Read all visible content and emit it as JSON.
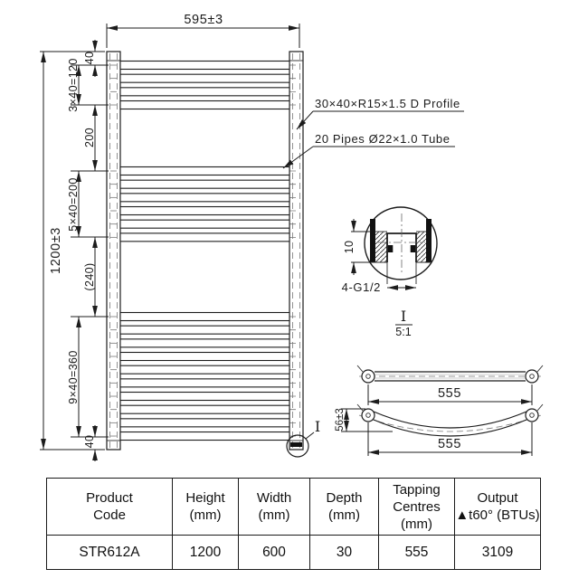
{
  "drawing": {
    "front_view": {
      "top_width_dim": "595±3",
      "overall_height_dim": "1200±3",
      "seg_top_margin": "40",
      "seg_group1": "3×40=120",
      "seg_gap1": "200",
      "seg_group2": "5×40=200",
      "seg_gap2": "(240)",
      "seg_group3": "9×40=360",
      "seg_bottom_margin": "40",
      "profile_label": "30×40×R15×1.5 D Profile",
      "pipes_label": "20 Pipes Ø22×1.0 Tube",
      "callout_letter": "I"
    },
    "detail_view": {
      "wall_dim": "10",
      "tapping_label": "4-G1/2",
      "scale_letter": "I",
      "scale_ratio": "5:1"
    },
    "side_views": {
      "straight_length": "555",
      "curved_length": "555",
      "curve_depth": "56±3"
    },
    "colors": {
      "line": "#1c1c1c",
      "centerline": "#777"
    }
  },
  "table": {
    "headers": [
      {
        "l1": "Product",
        "l2": "Code"
      },
      {
        "l1": "Height",
        "l2": "(mm)"
      },
      {
        "l1": "Width",
        "l2": "(mm)"
      },
      {
        "l1": "Depth",
        "l2": "(mm)"
      },
      {
        "l1": "Tapping",
        "l2": "Centres",
        "l3": "(mm)"
      },
      {
        "l1": "Output",
        "l2": "▲t60° (BTUs)"
      }
    ],
    "row": [
      "STR612A",
      "1200",
      "600",
      "30",
      "555",
      "3109"
    ]
  }
}
